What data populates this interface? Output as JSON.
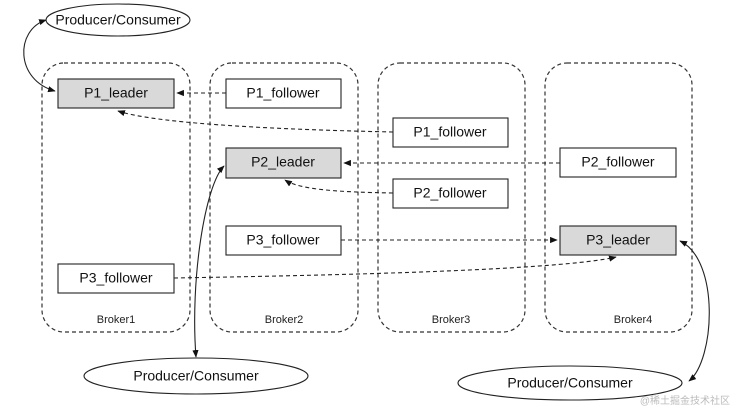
{
  "brokers": [
    "Broker1",
    "Broker2",
    "Broker3",
    "Broker4"
  ],
  "partitions": {
    "b1_p1_leader": "P1_leader",
    "b1_p3_follower": "P3_follower",
    "b2_p1_follower": "P1_follower",
    "b2_p2_leader": "P2_leader",
    "b2_p3_follower": "P3_follower",
    "b3_p1_follower": "P1_follower",
    "b3_p2_follower": "P2_follower",
    "b4_p2_follower": "P2_follower",
    "b4_p3_leader": "P3_leader"
  },
  "clients": [
    "Producer/Consumer",
    "Producer/Consumer",
    "Producer/Consumer"
  ],
  "watermark": "@稀土掘金技术社区",
  "colors": {
    "leader_fill": "#d9d9d9",
    "follower_fill": "#ffffff",
    "stroke": "#222222"
  }
}
